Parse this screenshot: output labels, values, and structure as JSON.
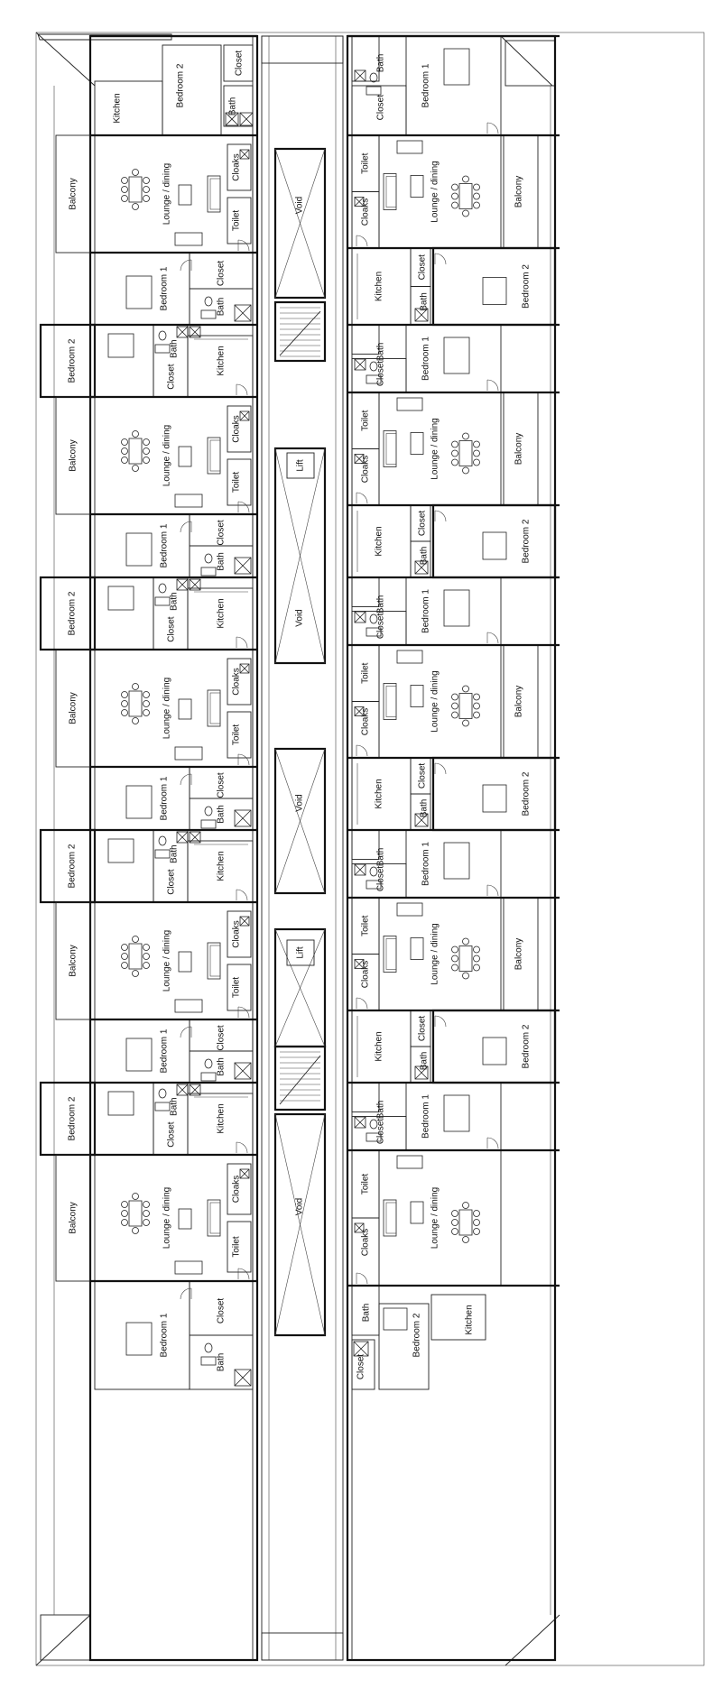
{
  "labels": {
    "balcony": "Balcony",
    "bedroom1": "Bedroom 1",
    "bedroom2": "Bedroom 2",
    "kitchen": "Kitchen",
    "lounge": "Lounge / dining",
    "closet": "Closet",
    "bath": "Bath",
    "cloaks": "Cloaks",
    "toilet": "Toilet",
    "void": "Void",
    "lift": "Lift"
  },
  "left_bands": [
    {
      "rooms": [
        "Kitchen",
        "Bedroom 2",
        "Closet",
        "Bath"
      ]
    },
    {
      "rooms": [
        "Balcony",
        "Lounge / dining",
        "Cloaks",
        "Toilet"
      ]
    },
    {
      "rooms": [
        "Bedroom 1",
        "Closet",
        "Bath"
      ]
    },
    {
      "rooms": [
        "Bedroom 2",
        "Bath",
        "Closet",
        "Kitchen"
      ]
    },
    {
      "rooms": [
        "Balcony",
        "Lounge / dining",
        "Cloaks",
        "Toilet"
      ]
    },
    {
      "rooms": [
        "Bedroom 1",
        "Closet",
        "Bath"
      ]
    },
    {
      "rooms": [
        "Bedroom 2",
        "Bath",
        "Closet",
        "Kitchen"
      ]
    },
    {
      "rooms": [
        "Balcony",
        "Lounge / dining",
        "Cloaks",
        "Toilet"
      ]
    },
    {
      "rooms": [
        "Bedroom 1",
        "Closet",
        "Bath"
      ]
    },
    {
      "rooms": [
        "Bedroom 2",
        "Bath",
        "Closet",
        "Kitchen"
      ]
    },
    {
      "rooms": [
        "Balcony",
        "Lounge / dining",
        "Cloaks",
        "Toilet"
      ]
    },
    {
      "rooms": [
        "Bedroom 1",
        "Closet",
        "Bath"
      ]
    },
    {
      "rooms": [
        "Bedroom 2",
        "Bath",
        "Closet",
        "Kitchen"
      ]
    },
    {
      "rooms": [
        "Balcony",
        "Lounge / dining",
        "Cloaks",
        "Toilet"
      ]
    },
    {
      "rooms": [
        "Bedroom 1",
        "Closet",
        "Bath"
      ]
    }
  ],
  "right_bands": [
    {
      "rooms": [
        "Bath",
        "Closet",
        "Bedroom 1"
      ]
    },
    {
      "rooms": [
        "Toilet",
        "Cloaks",
        "Lounge / dining",
        "Balcony"
      ]
    },
    {
      "rooms": [
        "Kitchen",
        "Closet",
        "Bath",
        "Bedroom 2"
      ]
    },
    {
      "rooms": [
        "Bath",
        "Closet",
        "Bedroom 1"
      ]
    },
    {
      "rooms": [
        "Toilet",
        "Cloaks",
        "Lounge / dining",
        "Balcony"
      ]
    },
    {
      "rooms": [
        "Kitchen",
        "Closet",
        "Bath",
        "Bedroom 2"
      ]
    },
    {
      "rooms": [
        "Bath",
        "Closet",
        "Bedroom 1"
      ]
    },
    {
      "rooms": [
        "Toilet",
        "Cloaks",
        "Lounge / dining",
        "Balcony"
      ]
    },
    {
      "rooms": [
        "Kitchen",
        "Closet",
        "Bath",
        "Bedroom 2"
      ]
    },
    {
      "rooms": [
        "Bath",
        "Closet",
        "Bedroom 1"
      ]
    },
    {
      "rooms": [
        "Toilet",
        "Cloaks",
        "Lounge / dining",
        "Balcony"
      ]
    },
    {
      "rooms": [
        "Kitchen",
        "Closet",
        "Bath",
        "Bedroom 2"
      ]
    },
    {
      "rooms": [
        "Bath",
        "Closet",
        "Bedroom 1"
      ]
    },
    {
      "rooms": [
        "Toilet",
        "Cloaks",
        "Lounge / dining"
      ]
    },
    {
      "rooms": [
        "Closet",
        "Bath",
        "Bedroom 2",
        "Kitchen"
      ]
    }
  ],
  "core": [
    {
      "kind": "void",
      "label": "Void"
    },
    {
      "kind": "stair"
    },
    {
      "kind": "void-lift",
      "label": "Void",
      "lift": "Lift"
    },
    {
      "kind": "void",
      "label": "Void"
    },
    {
      "kind": "lift",
      "lift": "Lift"
    },
    {
      "kind": "stair"
    },
    {
      "kind": "void",
      "label": "Void"
    }
  ]
}
